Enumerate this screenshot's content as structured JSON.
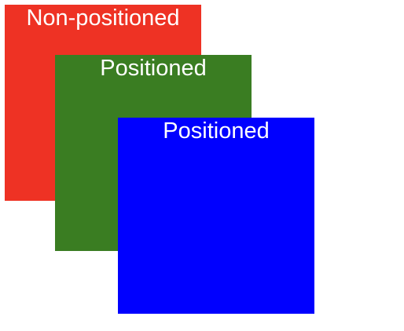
{
  "boxes": {
    "non_positioned": {
      "label": "Non-positioned",
      "color": "#ee3224"
    },
    "positioned_1": {
      "label": "Positioned",
      "color": "#3a7d22"
    },
    "positioned_2": {
      "label": "Positioned",
      "color": "#0000ff"
    }
  }
}
